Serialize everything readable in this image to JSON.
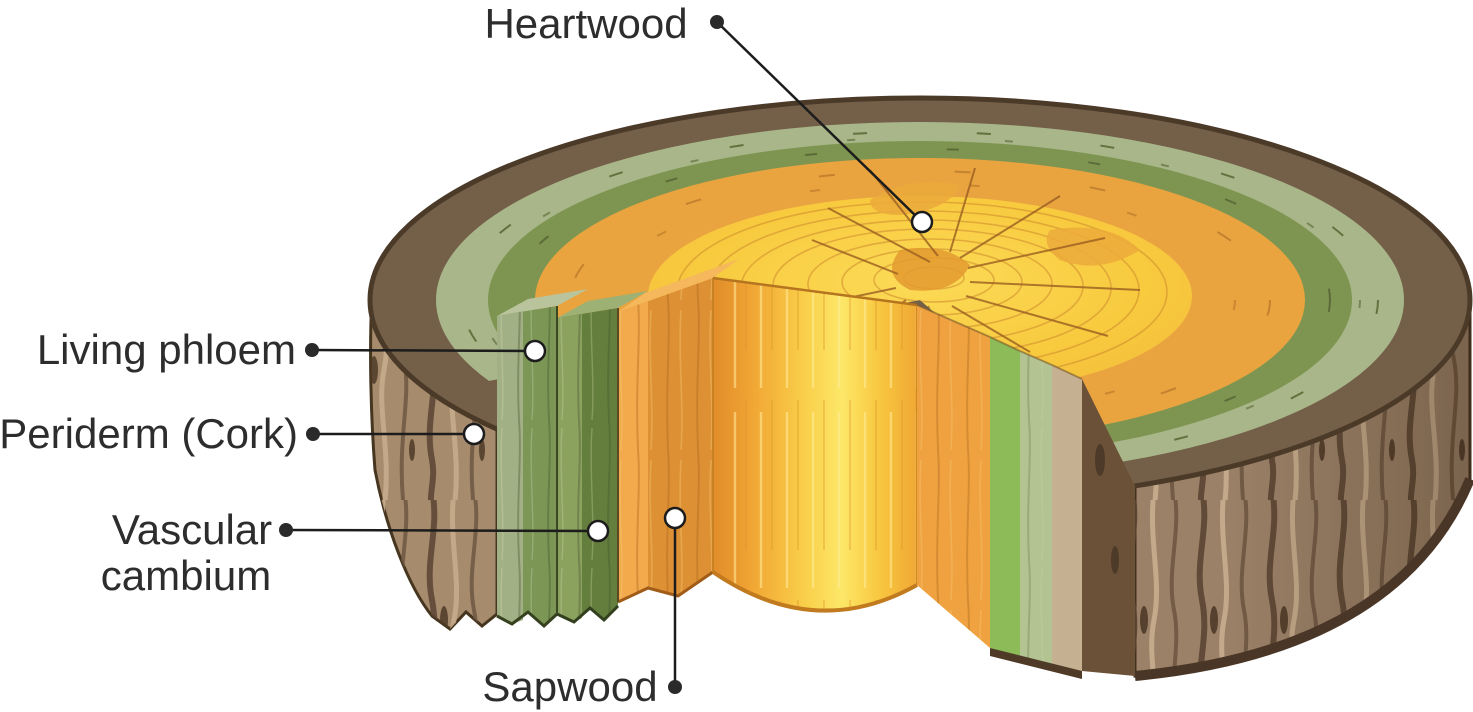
{
  "figure": {
    "type": "labeled-illustration",
    "subject": "Tree trunk cross-section with wedge cut-away showing internal layers",
    "background": "#ffffff"
  },
  "labels": {
    "heartwood": "Heartwood",
    "living_phloem": "Living phloem",
    "periderm": "Periderm (Cork)",
    "vascular_line1": "Vascular",
    "vascular_line2": "cambium",
    "sapwood": "Sapwood"
  },
  "layers": [
    {
      "name": "Heartwood",
      "color": "#f8ca3e"
    },
    {
      "name": "Sapwood",
      "color": "#e2943a"
    },
    {
      "name": "Vascular cambium",
      "color": "#67823f"
    },
    {
      "name": "Living phloem",
      "color": "#8ca05f"
    },
    {
      "name": "Periderm (Cork)",
      "color": "#8f7557"
    }
  ],
  "palette": {
    "label_text": "#2d2d2d",
    "leader_line": "#1c1c1c",
    "endpoint_marker_fill": "#ffffff",
    "bark_rim_brown": "#746049",
    "top_green_outer": "#a9b68a",
    "top_green_inner": "#7e9551",
    "top_orange_ring": "#e9a440",
    "heartwood_yellow": "#f8ca3e",
    "bark_side": "#9b8168",
    "outline_dark": "#4a3828"
  }
}
